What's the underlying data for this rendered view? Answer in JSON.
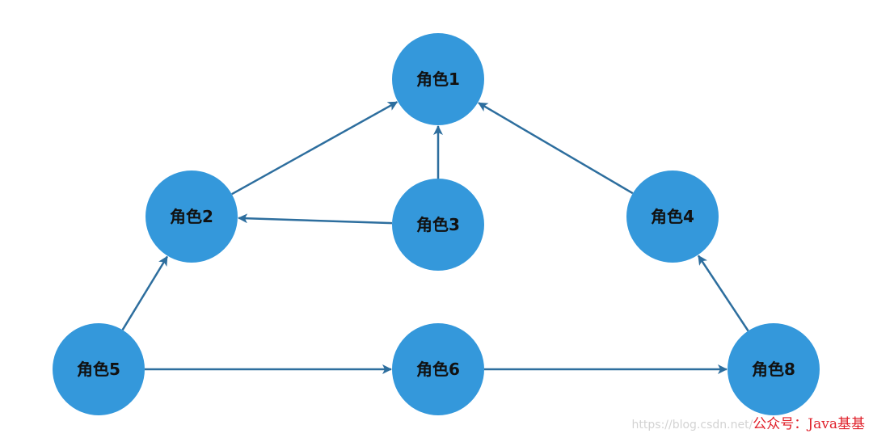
{
  "colors": {
    "node": "#3498db",
    "edge": "#2d6e9e",
    "label": "#111111"
  },
  "nodes": [
    {
      "id": "n1",
      "label": "角色1"
    },
    {
      "id": "n2",
      "label": "角色2"
    },
    {
      "id": "n3",
      "label": "角色3"
    },
    {
      "id": "n4",
      "label": "角色4"
    },
    {
      "id": "n5",
      "label": "角色5"
    },
    {
      "id": "n6",
      "label": "角色6"
    },
    {
      "id": "n8",
      "label": "角色8"
    }
  ],
  "edges": [
    {
      "from": "n2",
      "to": "n1"
    },
    {
      "from": "n3",
      "to": "n1"
    },
    {
      "from": "n4",
      "to": "n1"
    },
    {
      "from": "n3",
      "to": "n2"
    },
    {
      "from": "n5",
      "to": "n2"
    },
    {
      "from": "n8",
      "to": "n4"
    },
    {
      "from": "n5",
      "to": "n6"
    },
    {
      "from": "n6",
      "to": "n8"
    }
  ],
  "watermark": {
    "url": "https://blog.csdn.net/",
    "brand": "公众号：Java基基"
  }
}
